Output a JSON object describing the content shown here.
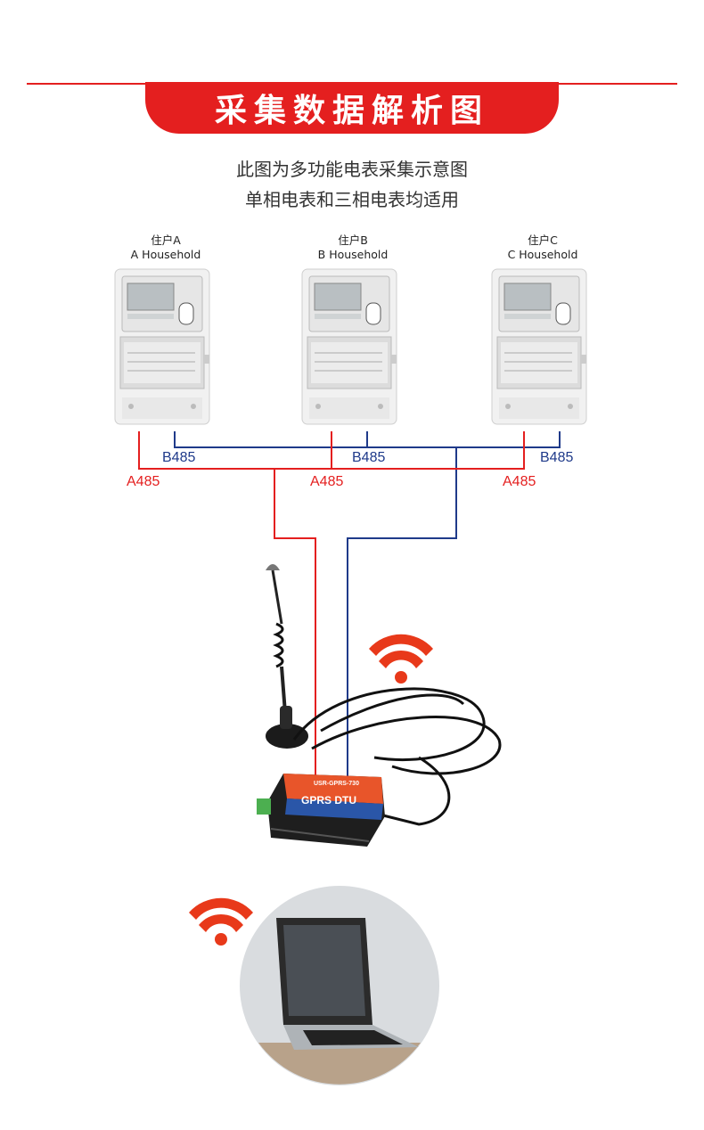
{
  "header": {
    "title": "采集数据解析图",
    "subtitle_line1": "此图为多功能电表采集示意图",
    "subtitle_line2": "单相电表和三相电表均适用",
    "accent_color": "#e41f1f"
  },
  "households": [
    {
      "label_cn": "住户A",
      "label_en": "A Household"
    },
    {
      "label_cn": "住户B",
      "label_en": "B Household"
    },
    {
      "label_cn": "住户C",
      "label_en": "C Household"
    }
  ],
  "bus": {
    "b_label": "B485",
    "a_label": "A485",
    "b_color": "#1f3a8a",
    "a_color": "#e41f1f"
  },
  "dtu": {
    "brand_label": "USR-GPRS-730",
    "name_label": "GPRS DTU"
  }
}
